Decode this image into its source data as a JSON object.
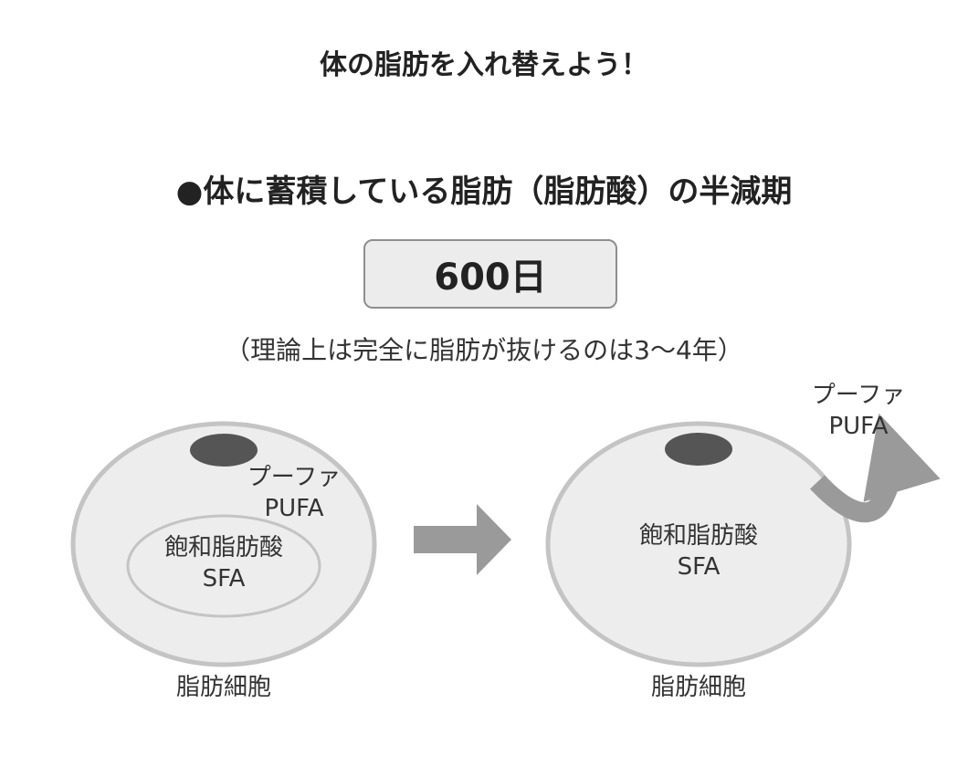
{
  "title": "体の脂肪を入れ替えよう！",
  "subtitle": "●体に蓄積している脂肪（脂肪酸）の半減期",
  "half_life": "600日",
  "note": "（理論上は完全に脂肪が抜けるのは3〜4年）",
  "left_cell": {
    "pufa_jp": "プーファ",
    "pufa_en": "PUFA",
    "sfa_jp": "飽和脂肪酸",
    "sfa_en": "SFA",
    "caption": "脂肪細胞"
  },
  "right_cell": {
    "sfa_jp": "飽和脂肪酸",
    "sfa_en": "SFA",
    "caption": "脂肪細胞",
    "pufa_jp": "プーファ",
    "pufa_en": "PUFA"
  },
  "colors": {
    "cell_fill": "#ededed",
    "cell_stroke": "#c4c4c4",
    "nucleus": "#555555",
    "arrow": "#9a9a9a"
  }
}
